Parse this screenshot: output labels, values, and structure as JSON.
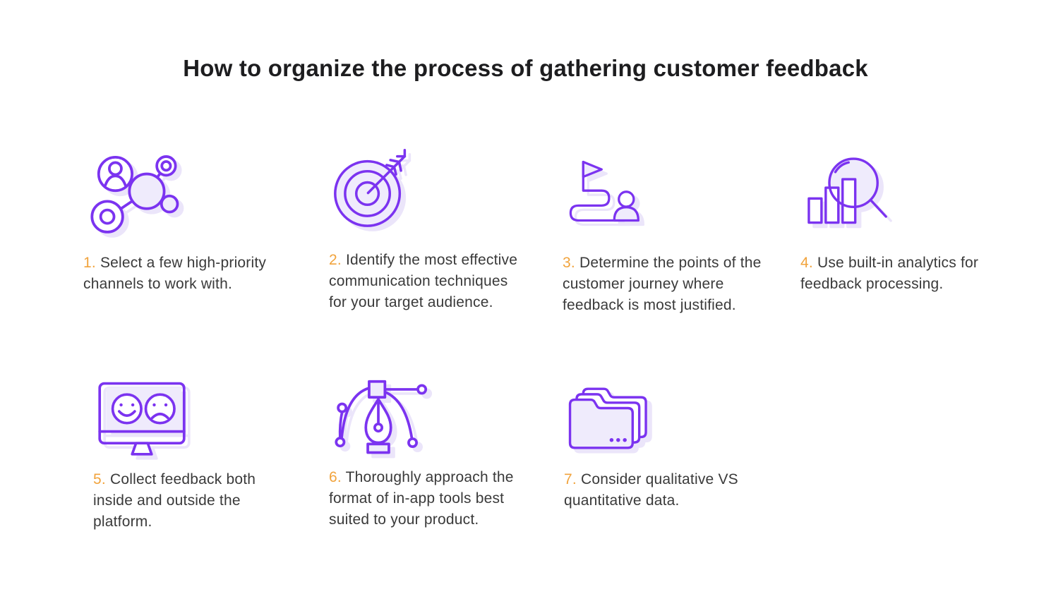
{
  "title": "How to organize the process of gathering customer feedback",
  "colors": {
    "accent_purple": "#7b33f0",
    "icon_fill_lavender": "#efebfc",
    "icon_shadow": "#ebe5fa",
    "number_orange": "#f1a33c",
    "body_text": "#3a3a3a",
    "title_text": "#1d1d1f",
    "background": "#ffffff"
  },
  "steps": [
    {
      "number": "1.",
      "text": "Select a few high-priority channels to work with.",
      "icon": "network-channels-icon"
    },
    {
      "number": "2.",
      "text": "Identify the most effective communication techniques for your target audience.",
      "icon": "target-arrow-icon"
    },
    {
      "number": "3.",
      "text": "Determine the points of the customer journey where feedback is most justified.",
      "icon": "journey-flag-icon"
    },
    {
      "number": "4.",
      "text": "Use built-in analytics for feedback processing.",
      "icon": "analytics-magnifier-icon"
    },
    {
      "number": "5.",
      "text": "Collect feedback both inside and outside the platform.",
      "icon": "monitor-feedback-faces-icon"
    },
    {
      "number": "6.",
      "text": "Thoroughly approach the format of in-app tools best suited to your product.",
      "icon": "pen-tool-icon"
    },
    {
      "number": "7.",
      "text": "Consider qualitative VS quantitative data.",
      "icon": "folders-icon"
    }
  ]
}
